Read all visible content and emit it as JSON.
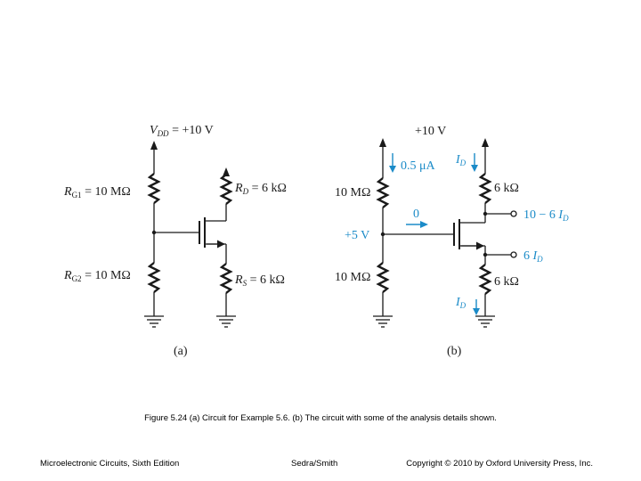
{
  "figure": {
    "panel_a": {
      "vdd_name": "V",
      "vdd_sub": "DD",
      "vdd_value": " = +10 V",
      "rg1_name": "R",
      "rg1_sub": "G1",
      "rg1_value": " = 10 MΩ",
      "rg2_name": "R",
      "rg2_sub": "G2",
      "rg2_value": " = 10 MΩ",
      "rd_name": "R",
      "rd_sub": "D",
      "rd_value": " = 6 kΩ",
      "rs_name": "R",
      "rs_sub": "S",
      "rs_value": " = 6 kΩ",
      "panel_label": "(a)"
    },
    "panel_b": {
      "supply": "+10 V",
      "divider_current": "0.5 μA",
      "gate_current": "0",
      "gate_voltage": "+5 V",
      "upper_gate_res": "10 MΩ",
      "lower_gate_res": "10 MΩ",
      "drain_res": "6 kΩ",
      "source_res": "6 kΩ",
      "id_name": "I",
      "id_sub": "D",
      "drain_node_prefix": "10 − 6 ",
      "source_node_prefix": "6 ",
      "panel_label": "(b)"
    },
    "colors": {
      "annotation_blue": "#1b8bc8",
      "wire": "#1a1a1a"
    }
  },
  "caption": "Figure 5.24 (a) Circuit for Example 5.6. (b) The circuit with some of the analysis details shown.",
  "footer": {
    "left": "Microelectronic Circuits, Sixth Edition",
    "center": "Sedra/Smith",
    "right": "Copyright © 2010 by Oxford University Press, Inc."
  }
}
